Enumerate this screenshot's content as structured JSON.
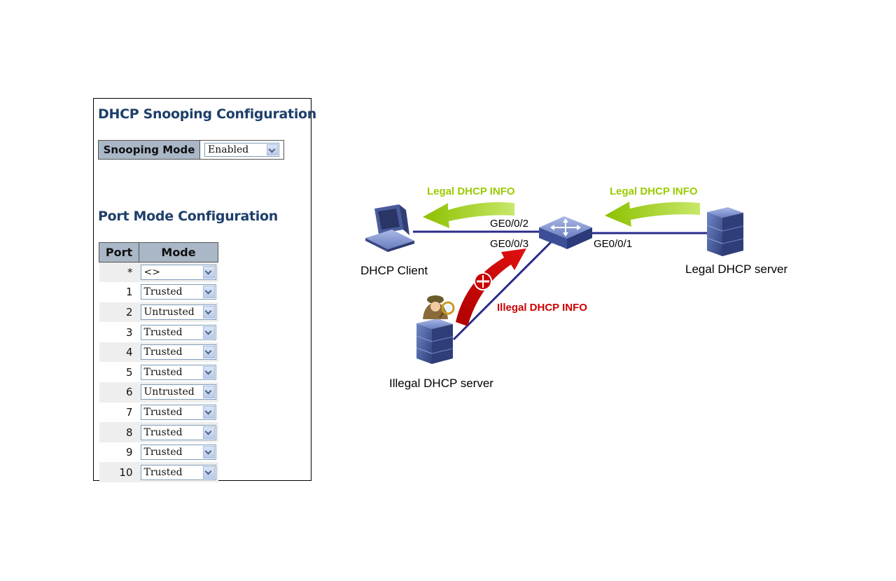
{
  "snooping": {
    "title": "DHCP Snooping Configuration",
    "mode_label": "Snooping Mode",
    "mode_value": "Enabled"
  },
  "port_config": {
    "title": "Port Mode Configuration",
    "col_port": "Port",
    "col_mode": "Mode",
    "rows": [
      {
        "port": "*",
        "mode": "<>"
      },
      {
        "port": "1",
        "mode": "Trusted"
      },
      {
        "port": "2",
        "mode": "Untrusted"
      },
      {
        "port": "3",
        "mode": "Trusted"
      },
      {
        "port": "4",
        "mode": "Trusted"
      },
      {
        "port": "5",
        "mode": "Trusted"
      },
      {
        "port": "6",
        "mode": "Untrusted"
      },
      {
        "port": "7",
        "mode": "Trusted"
      },
      {
        "port": "8",
        "mode": "Trusted"
      },
      {
        "port": "9",
        "mode": "Trusted"
      },
      {
        "port": "10",
        "mode": "Trusted"
      }
    ]
  },
  "diagram": {
    "legal_info_left": "Legal DHCP INFO",
    "legal_info_right": "Legal DHCP INFO",
    "illegal_info": "Illegal DHCP INFO",
    "port_ge2": "GE0/0/2",
    "port_ge3": "GE0/0/3",
    "port_ge1": "GE0/0/1",
    "client": "DHCP Client",
    "legal_server": "Legal DHCP server",
    "illegal_server": "Illegal DHCP server",
    "switch_text": "SWITCH",
    "colors": {
      "legal_arrow": "#99cc00",
      "illegal_arrow": "#cc0000",
      "link": "#2b2b8a",
      "heading": "#1e3f6a",
      "header_bg": "#a9b7c6"
    }
  }
}
